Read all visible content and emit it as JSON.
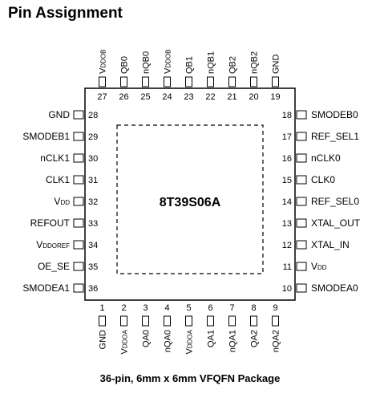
{
  "title": "Pin Assignment",
  "caption": "36-pin, 6mm x 6mm VFQFN Package",
  "chip_label": "8T39S06A",
  "pins": {
    "bottom": [
      {
        "num": "1",
        "name": "GND",
        "main": "GND",
        "sub": ""
      },
      {
        "num": "2",
        "name": "VDDOA",
        "main": "V",
        "sub": "DDOA"
      },
      {
        "num": "3",
        "name": "QA0",
        "main": "QA0",
        "sub": ""
      },
      {
        "num": "4",
        "name": "nQA0",
        "main": "nQA0",
        "sub": ""
      },
      {
        "num": "5",
        "name": "VDDOA",
        "main": "V",
        "sub": "DDOA"
      },
      {
        "num": "6",
        "name": "QA1",
        "main": "QA1",
        "sub": ""
      },
      {
        "num": "7",
        "name": "nQA1",
        "main": "nQA1",
        "sub": ""
      },
      {
        "num": "8",
        "name": "QA2",
        "main": "QA2",
        "sub": ""
      },
      {
        "num": "9",
        "name": "nQA2",
        "main": "nQA2",
        "sub": ""
      }
    ],
    "right": [
      {
        "num": "10",
        "name": "SMODEA0",
        "main": "SMODEA0",
        "sub": ""
      },
      {
        "num": "11",
        "name": "VDD",
        "main": "V",
        "sub": "DD"
      },
      {
        "num": "12",
        "name": "XTAL_IN",
        "main": "XTAL_IN",
        "sub": ""
      },
      {
        "num": "13",
        "name": "XTAL_OUT",
        "main": "XTAL_OUT",
        "sub": ""
      },
      {
        "num": "14",
        "name": "REF_SEL0",
        "main": "REF_SEL0",
        "sub": ""
      },
      {
        "num": "15",
        "name": "CLK0",
        "main": "CLK0",
        "sub": ""
      },
      {
        "num": "16",
        "name": "nCLK0",
        "main": "nCLK0",
        "sub": ""
      },
      {
        "num": "17",
        "name": "REF_SEL1",
        "main": "REF_SEL1",
        "sub": ""
      },
      {
        "num": "18",
        "name": "SMODEB0",
        "main": "SMODEB0",
        "sub": ""
      }
    ],
    "top": [
      {
        "num": "19",
        "name": "GND",
        "main": "GND",
        "sub": ""
      },
      {
        "num": "20",
        "name": "nQB2",
        "main": "nQB2",
        "sub": ""
      },
      {
        "num": "21",
        "name": "QB2",
        "main": "QB2",
        "sub": ""
      },
      {
        "num": "22",
        "name": "nQB1",
        "main": "nQB1",
        "sub": ""
      },
      {
        "num": "23",
        "name": "QB1",
        "main": "QB1",
        "sub": ""
      },
      {
        "num": "24",
        "name": "VDDOB",
        "main": "V",
        "sub": "DDOB"
      },
      {
        "num": "25",
        "name": "nQB0",
        "main": "nQB0",
        "sub": ""
      },
      {
        "num": "26",
        "name": "QB0",
        "main": "QB0",
        "sub": ""
      },
      {
        "num": "27",
        "name": "VDDOB",
        "main": "V",
        "sub": "DDOB"
      }
    ],
    "left": [
      {
        "num": "28",
        "name": "GND",
        "main": "GND",
        "sub": ""
      },
      {
        "num": "29",
        "name": "SMODEB1",
        "main": "SMODEB1",
        "sub": ""
      },
      {
        "num": "30",
        "name": "nCLK1",
        "main": "nCLK1",
        "sub": ""
      },
      {
        "num": "31",
        "name": "CLK1",
        "main": "CLK1",
        "sub": ""
      },
      {
        "num": "32",
        "name": "VDD",
        "main": "V",
        "sub": "DD"
      },
      {
        "num": "33",
        "name": "REFOUT",
        "main": "REFOUT",
        "sub": ""
      },
      {
        "num": "34",
        "name": "VDDOREF",
        "main": "V",
        "sub": "DDOREF"
      },
      {
        "num": "35",
        "name": "OE_SE",
        "main": "OE_SE",
        "sub": ""
      },
      {
        "num": "36",
        "name": "SMODEA1",
        "main": "SMODEA1",
        "sub": ""
      }
    ]
  }
}
